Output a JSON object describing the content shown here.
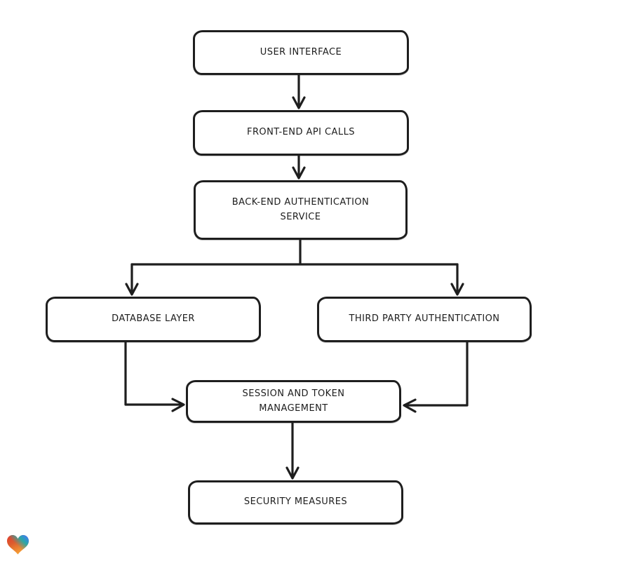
{
  "page": {
    "background": "#ffffff"
  },
  "diagram": {
    "type": "flowchart",
    "style": "hand-drawn",
    "stroke_color": "#1e1e1e",
    "node_fill": "#ffffff",
    "text_color": "#1d1d1d",
    "nodes": [
      {
        "id": "user-interface",
        "label": "USER INTERFACE"
      },
      {
        "id": "front-end-api-calls",
        "label": "FRONT-END API CALLS"
      },
      {
        "id": "back-end-authentication-service",
        "label": "BACK-END AUTHENTICATION SERVICE"
      },
      {
        "id": "database-layer",
        "label": "DATABASE LAYER"
      },
      {
        "id": "third-party-authentication",
        "label": "THIRD PARTY AUTHENTICATION"
      },
      {
        "id": "session-and-token-management",
        "label": "SESSION AND TOKEN MANAGEMENT"
      },
      {
        "id": "security-measures",
        "label": "SECURITY MEASURES"
      }
    ],
    "edges": [
      {
        "from": "user-interface",
        "to": "front-end-api-calls"
      },
      {
        "from": "front-end-api-calls",
        "to": "back-end-authentication-service"
      },
      {
        "from": "back-end-authentication-service",
        "to": "database-layer"
      },
      {
        "from": "back-end-authentication-service",
        "to": "third-party-authentication"
      },
      {
        "from": "database-layer",
        "to": "session-and-token-management"
      },
      {
        "from": "third-party-authentication",
        "to": "session-and-token-management"
      },
      {
        "from": "session-and-token-management",
        "to": "security-measures"
      }
    ]
  },
  "branding": {
    "logo_icon": "heart-icon",
    "logo_colors": [
      "#e43a2c",
      "#f6a035",
      "#2ba8a5",
      "#3d7bf5"
    ]
  }
}
